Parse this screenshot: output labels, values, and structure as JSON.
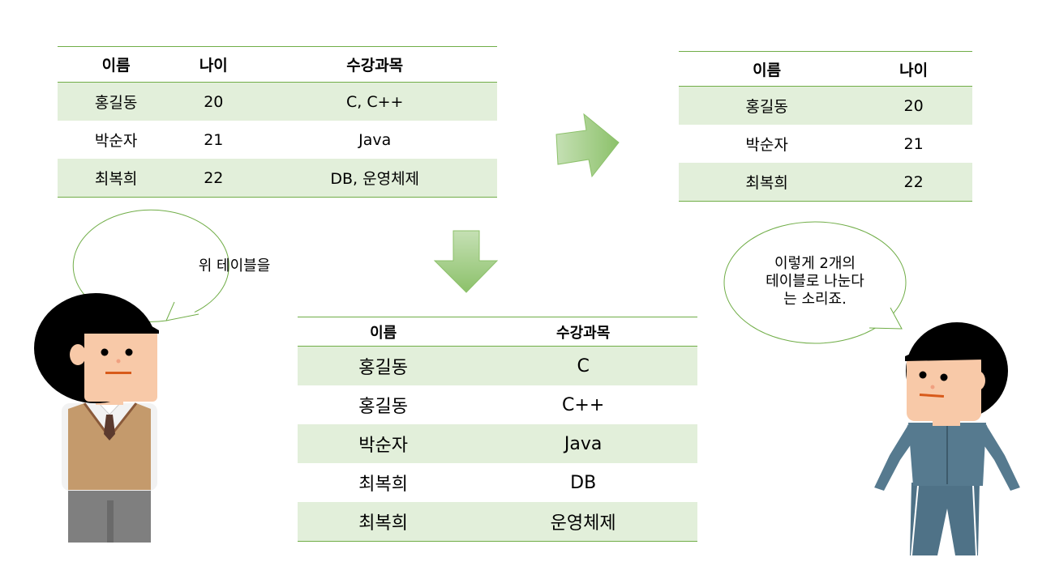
{
  "table_original": {
    "headers": [
      "이름",
      "나이",
      "수강과목"
    ],
    "rows": [
      [
        "홍길동",
        "20",
        "C, C++"
      ],
      [
        "박순자",
        "21",
        "Java"
      ],
      [
        "최복희",
        "22",
        "DB, 운영체제"
      ]
    ]
  },
  "table_person": {
    "headers": [
      "이름",
      "나이"
    ],
    "rows": [
      [
        "홍길동",
        "20"
      ],
      [
        "박순자",
        "21"
      ],
      [
        "최복희",
        "22"
      ]
    ]
  },
  "table_course": {
    "headers": [
      "이름",
      "수강과목"
    ],
    "rows": [
      [
        "홍길동",
        "C"
      ],
      [
        "홍길동",
        "C++"
      ],
      [
        "박순자",
        "Java"
      ],
      [
        "최복희",
        "DB"
      ],
      [
        "최복희",
        "운영체제"
      ]
    ]
  },
  "bubble_left": {
    "text": "위 테이블을"
  },
  "bubble_right": {
    "lines": [
      "이렇게 2개의",
      "테이블로 나눈다",
      "는 소리죠."
    ]
  },
  "colors": {
    "arrow_fill": "#a9d18e",
    "arrow_stroke": "#70ad47",
    "table_band": "#e2efda",
    "table_line": "#70ad47",
    "bubble_stroke": "#70ad47"
  }
}
